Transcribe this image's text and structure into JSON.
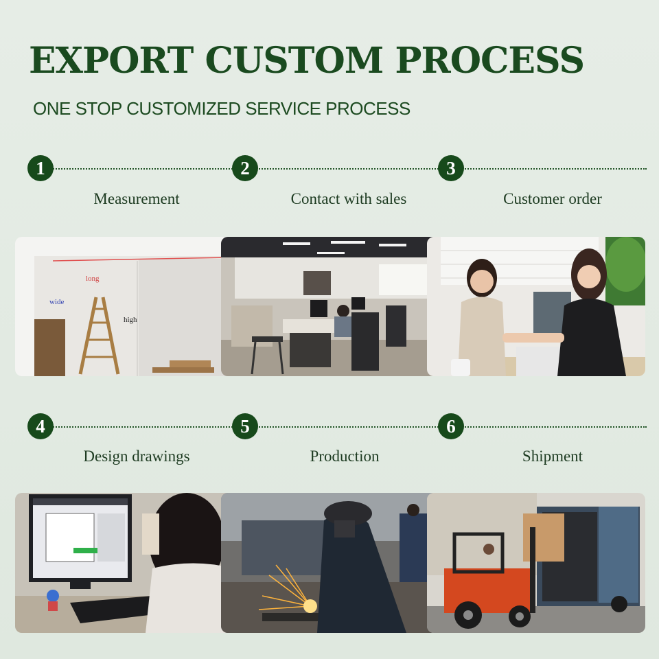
{
  "header": {
    "title": "EXPORT CUSTOM PROCESS",
    "subtitle": "ONE STOP CUSTOMIZED SERVICE PROCESS"
  },
  "steps": [
    {
      "number": "1",
      "label": "Measurement",
      "photo_labels": {
        "long": "long",
        "wide": "wide",
        "high": "high"
      }
    },
    {
      "number": "2",
      "label": "Contact with sales"
    },
    {
      "number": "3",
      "label": "Customer order"
    },
    {
      "number": "4",
      "label": "Design drawings"
    },
    {
      "number": "5",
      "label": "Production"
    },
    {
      "number": "6",
      "label": "Shipment"
    }
  ],
  "colors": {
    "accent": "#174a1b",
    "background": "#e3ebe4",
    "title": "#1a4a1f"
  }
}
